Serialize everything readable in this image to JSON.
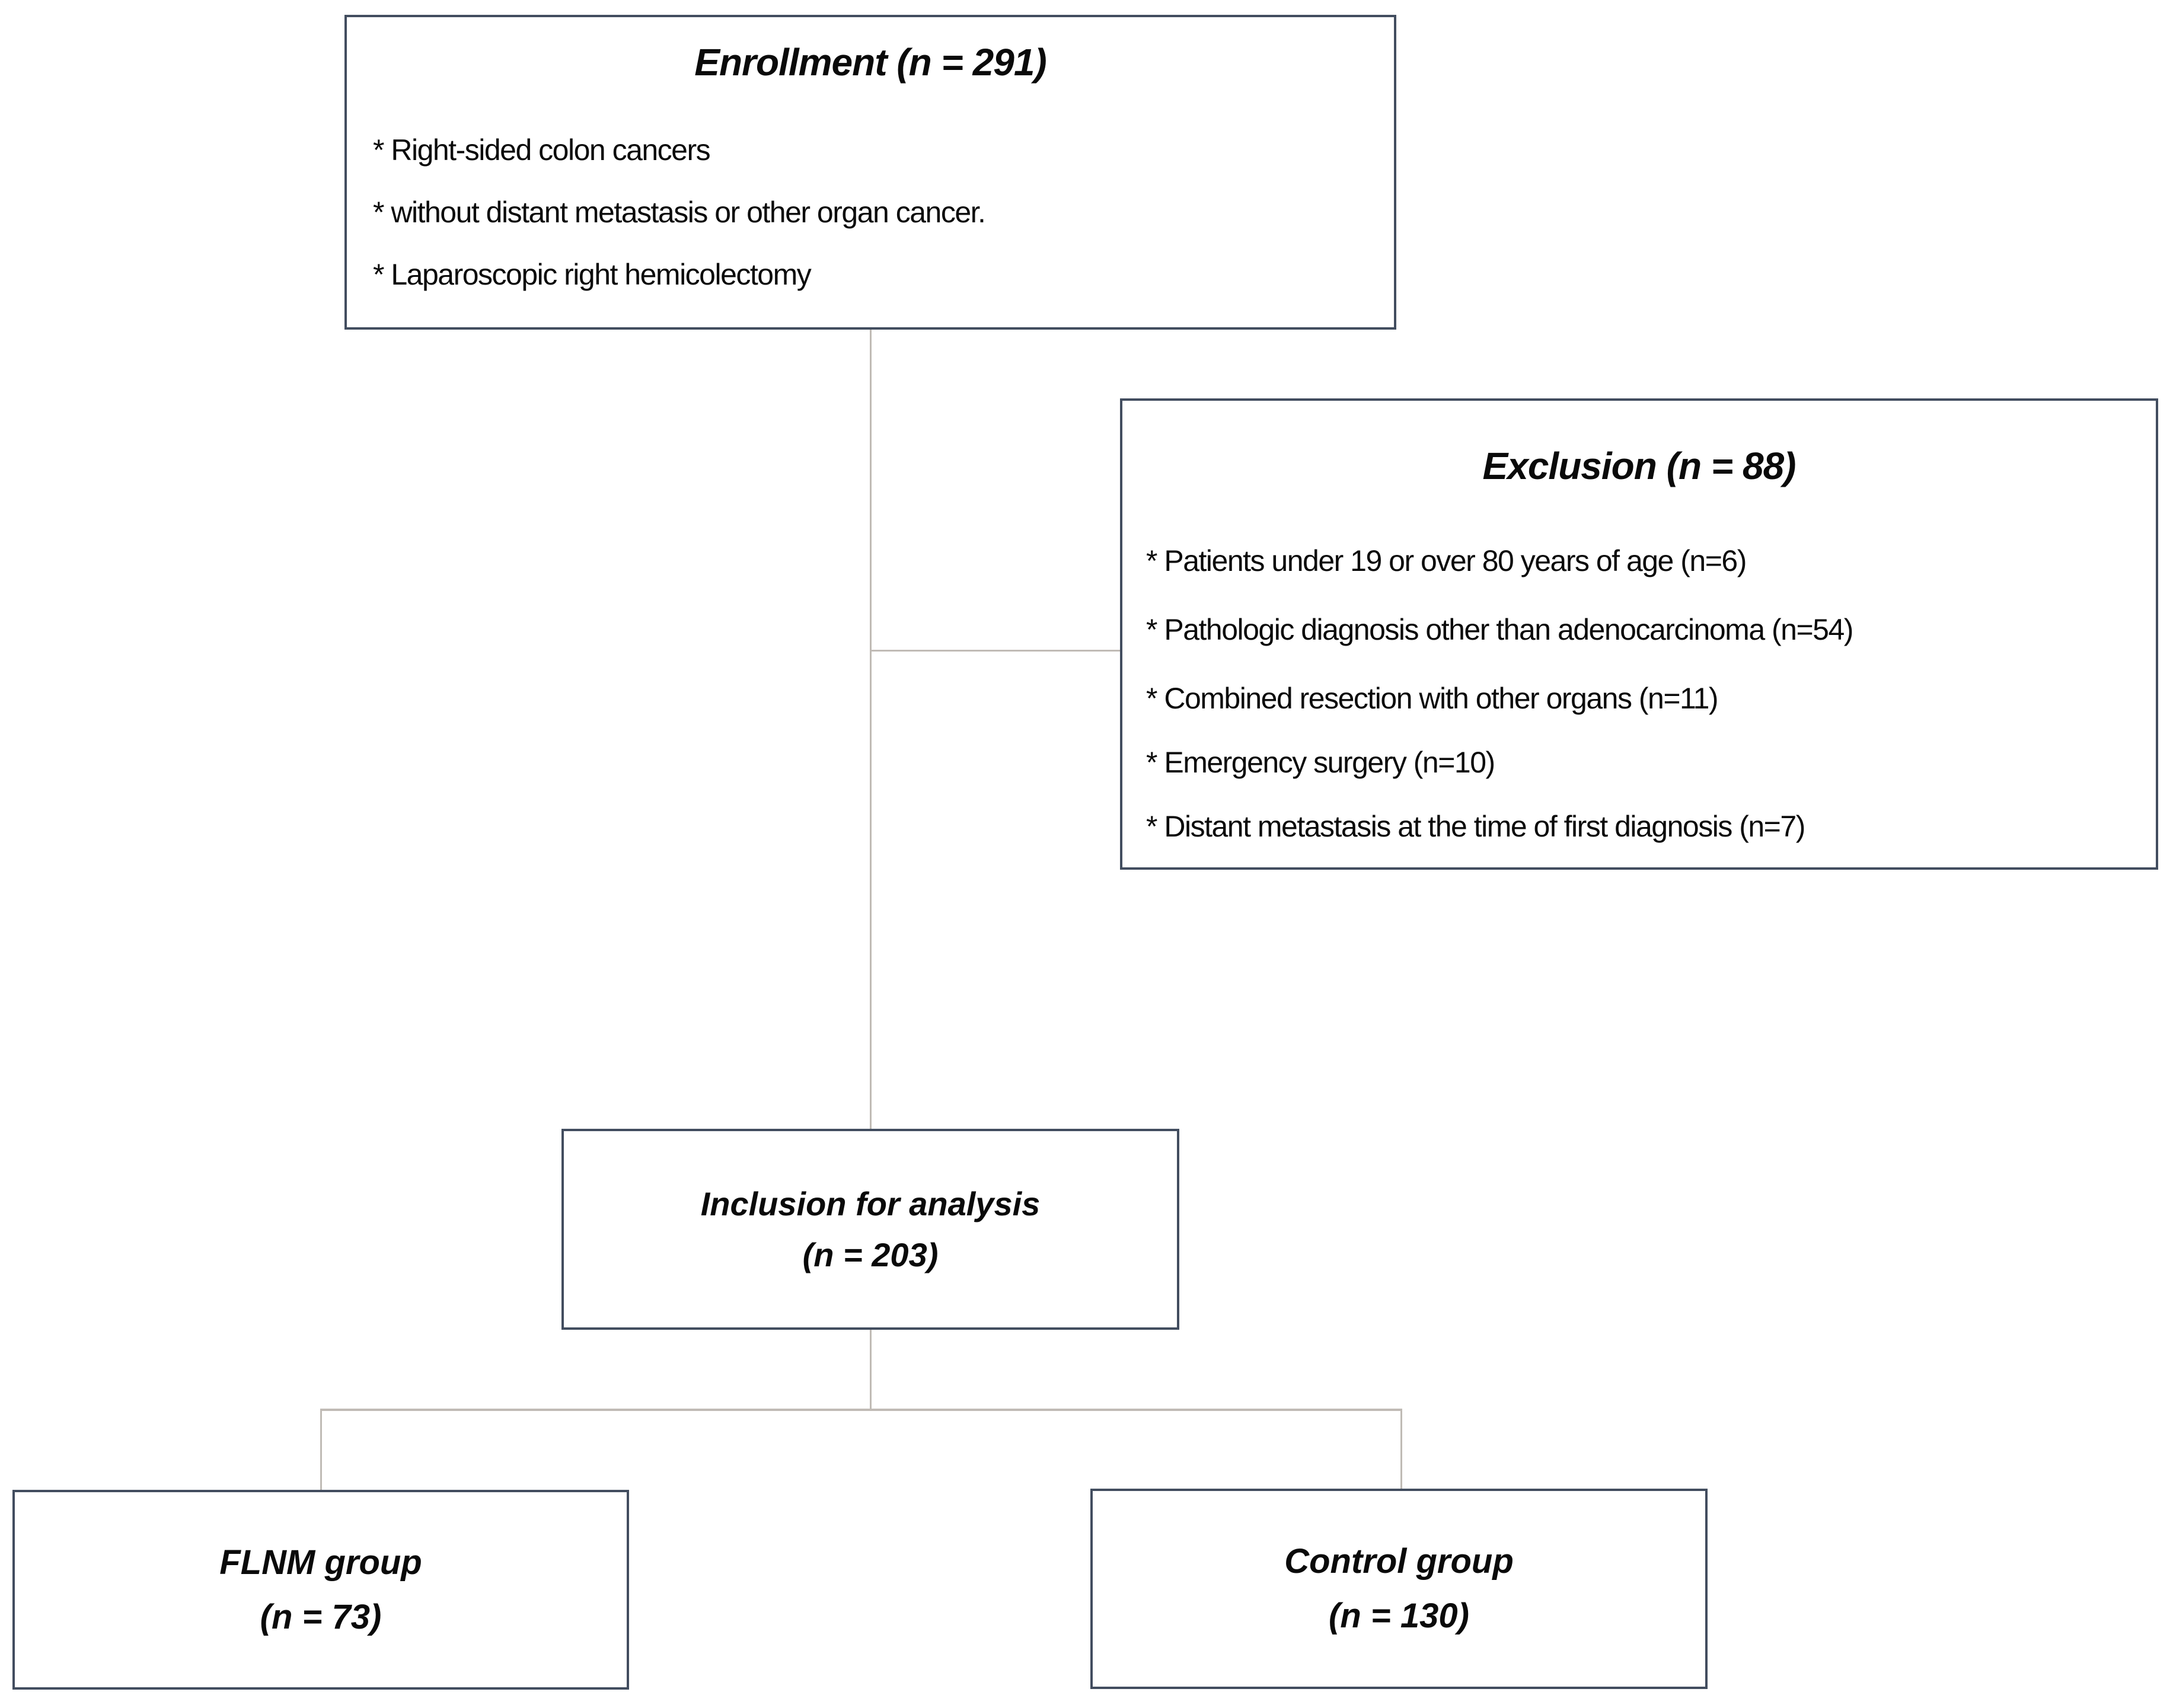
{
  "boxes": {
    "enrollment": {
      "title": "Enrollment (n = 291)",
      "bullets": [
        "* Right-sided colon cancers",
        "* without distant metastasis or other organ cancer.",
        "* Laparoscopic right hemicolectomy"
      ]
    },
    "exclusion": {
      "title": "Exclusion (n = 88)",
      "bullets": [
        "* Patients under 19 or over 80 years of age (n=6)",
        "* Pathologic diagnosis other than adenocarcinoma (n=54)",
        "* Combined resection with other organs (n=11)",
        "* Emergency surgery (n=10)",
        "* Distant metastasis at the time of first diagnosis (n=7)"
      ]
    },
    "inclusion": {
      "line1": "Inclusion for analysis",
      "line2": "(n = 203)"
    },
    "flnm": {
      "line1": "FLNM group",
      "line2": "(n = 73)"
    },
    "control": {
      "line1": "Control group",
      "line2": "(n = 130)"
    }
  },
  "colors": {
    "box_border": "#424d5f",
    "connector": "#c0bbb5",
    "background": "#ffffff",
    "text": "#0a0a0a"
  }
}
